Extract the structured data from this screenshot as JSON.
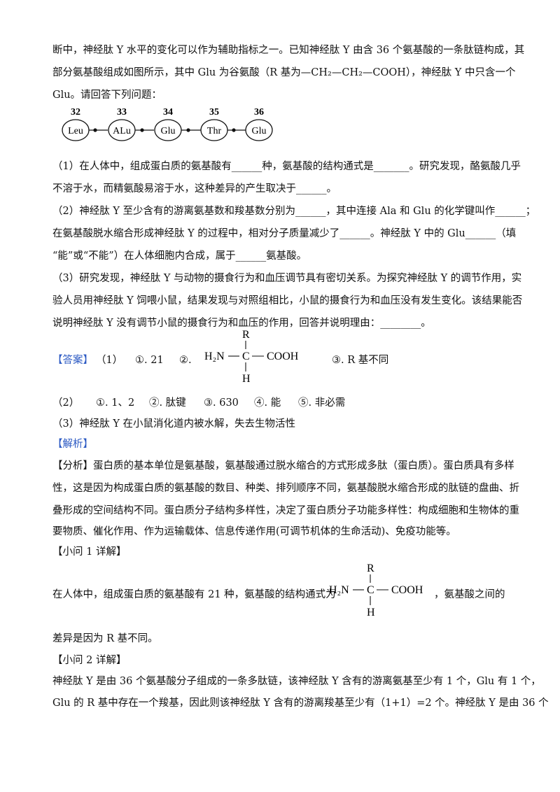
{
  "intro": {
    "l1": "断中，神经肽 Y 水平的变化可以作为辅助指标之一。已知神经肽 Y 由含 36 个氨基酸的一条肽链构成，其",
    "l2": "部分氨基酸组成如图所示，其中 Glu 为谷氨酸（R 基为—CH₂—CH₂—COOH），神经肽 Y 中只含一个",
    "l3": "Glu。请回答下列问题："
  },
  "chain": {
    "items": [
      {
        "num": "32",
        "name": "Leu"
      },
      {
        "num": "33",
        "name": "ALu"
      },
      {
        "num": "34",
        "name": "Glu"
      },
      {
        "num": "35",
        "name": "Thr"
      },
      {
        "num": "36",
        "name": "Glu"
      }
    ]
  },
  "questions": {
    "q1a": "（1）在人体中，组成蛋白质的氨基酸有______种，氨基酸的结构通式是_______。研究发现，酪氨酸几乎",
    "q1b": "不溶于水，而精氨酸易溶于水，这种差异的产生取决于______。",
    "q2a": "（2）神经肽 Y 至少含有的游离氨基数和羧基数分别为______，其中连接 Ala 和 Glu 的化学键叫作______；",
    "q2b": "在氨基酸脱水缩合形成神经肽 Y 的过程中，相对分子质量减少了______。神经肽 Y 中的 Glu______（填",
    "q2c": "“能”或“不能”）在人体细胞内合成，属于______氨基酸。",
    "q3a": "（3）研究发现，神经肽 Y 与动物的摄食行为和血压调节具有密切关系。为探究神经肽 Y 的调节作用，实",
    "q3b": "验人员用神经肽 Y 饲喂小鼠，结果发现与对照组相比，小鼠的摄食行为和血压没有发生变化。该结果能否",
    "q3c": "说明神经肽 Y 没有调节小鼠的摄食行为和血压的作用，回答并说明理由：________。"
  },
  "formula": {
    "r": "R",
    "h2n": "H₂N",
    "c": "C",
    "cooh": "COOH",
    "h": "H"
  },
  "answer": {
    "label": "【答案】",
    "p1": "（1）",
    "p1_a": "①. 21",
    "p1_b": "②.",
    "p1_c": "③. R 基不同",
    "p2": "（2）",
    "p2_a": "①. 1、2",
    "p2_b": "②. 肽键",
    "p2_c": "③. 630",
    "p2_d": "④. 能",
    "p2_e": "⑤. 非必需",
    "p3": "（3）神经肽 Y 在小鼠消化道内被水解，失去生物活性"
  },
  "analysis": {
    "label": "【解析】",
    "a1": "【分析】蛋白质的基本单位是氨基酸，氨基酸通过脱水缩合的方式形成多肽（蛋白质）。蛋白质具有多样",
    "a2": "性，这是因为构成蛋白质的氨基酸的数目、种类、排列顺序不同，氨基酸脱水缩合形成的肽链的盘曲、折",
    "a3": "叠形成的空间结构不同。蛋白质分子结构多样性，决定了蛋白质分子功能多样性：构成细胞和生物体的重",
    "a4": "要物质、催化作用、作为运输载体、信息传递作用(可调节机体的生命活动)、免疫功能等。",
    "s1": "【小问 1 详解】",
    "s1a": "在人体中，组成蛋白质的氨基酸有 21 种，氨基酸的结构通式为",
    "s1b": "，氨基酸之间的",
    "s1c": "差异是因为 R 基不同。",
    "s2": "【小问 2 详解】",
    "s2a": "神经肽 Y 是由 36 个氨基酸分子组成的一条多肽链，该神经肽 Y 含有的游离氨基至少有 1 个，Glu 有 1 个，",
    "s2b": "Glu 的 R 基中存在一个羧基，因此则该神经肽 Y 含有的游离羧基至少有（1+1）=2 个。神经肽 Y 是由 36 个"
  }
}
